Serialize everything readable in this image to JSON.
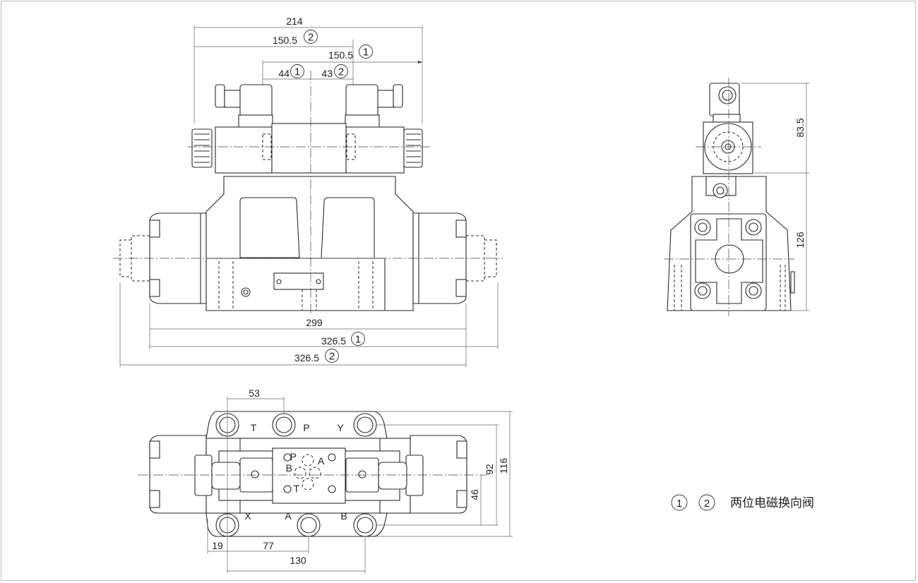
{
  "front_view": {
    "dims": {
      "overall_top": "214",
      "solenoid_2": "150.5",
      "solenoid_1": "150.5",
      "plug_1": "44",
      "plug_2": "43",
      "body_length": "299",
      "total_1": "326.5",
      "total_2": "326.5"
    }
  },
  "side_view": {
    "dims": {
      "solenoid_height": "83.5",
      "body_height": "126"
    }
  },
  "bottom_view": {
    "dims": {
      "port_pitch": "53",
      "edge_offset": "19",
      "port_offset": "77",
      "port_span": "130",
      "height_outer": "116",
      "height_ports": "92",
      "half_height": "46"
    },
    "ports_top": [
      "T",
      "P",
      "Y"
    ],
    "ports_bottom": [
      "X",
      "A",
      "B"
    ],
    "pilot_ports": [
      "P",
      "B",
      "A",
      "T"
    ]
  },
  "markers": {
    "one": "1",
    "two": "2"
  },
  "legend": {
    "marker_1": "1",
    "marker_2": "2",
    "text": "两位电磁换向阀"
  }
}
